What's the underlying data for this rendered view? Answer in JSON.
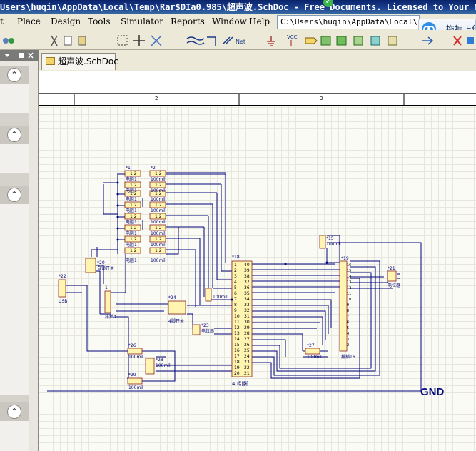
{
  "window": {
    "title": "Users\\huqin\\AppData\\Local\\Temp\\Rar$DIa0.985\\超声波.SchDoc - Free Documents. Licensed to Your Na"
  },
  "menu": {
    "items": [
      {
        "label": "t"
      },
      {
        "label": "Place"
      },
      {
        "label": "Design"
      },
      {
        "label": "Tools"
      },
      {
        "label": "Simulator"
      },
      {
        "label": "Reports"
      },
      {
        "label": "Window"
      },
      {
        "label": "Help"
      }
    ],
    "path_value": "C:\\Users\\huqin\\AppData\\Local\\Te",
    "upload_label": "拖拽上传"
  },
  "tabs": {
    "document_tab": "超声波.SchDoc"
  },
  "ruler": {
    "labels": [
      "2",
      "3"
    ]
  },
  "schematic": {
    "designators": [
      "*1",
      "*2",
      "*20",
      "*22",
      "1",
      "*24",
      "*23",
      "*18",
      "*15",
      "*19",
      "*21",
      "*26",
      "*28",
      "*27",
      "*29"
    ],
    "resistor_left_labels": [
      "电阻1",
      "电阻1",
      "电阻1",
      "电阻1",
      "电阻1",
      "电阻1",
      "电阻1",
      "电阻1"
    ],
    "resistor_right_labels": [
      "100mil",
      "100mil",
      "100mil",
      "100mil",
      "100mil",
      "100mil",
      "100mil",
      "100mil"
    ],
    "pin_text": "1 2",
    "switch_label": "自锁开关",
    "usb_label": "USB",
    "header4_label": "排插4",
    "switch4_label": "4脚开关",
    "pot_label": "电位器",
    "pot2_label": "电位器",
    "mil_label": "100mil",
    "chip_label": "40引脚",
    "chip_left_pins": [
      "1",
      "2",
      "3",
      "4",
      "5",
      "6",
      "7",
      "8",
      "9",
      "10",
      "11",
      "12",
      "13",
      "14",
      "15",
      "16",
      "17",
      "18",
      "19",
      "20"
    ],
    "chip_right_pins": [
      "40",
      "39",
      "38",
      "37",
      "36",
      "35",
      "34",
      "33",
      "32",
      "31",
      "30",
      "29",
      "28",
      "27",
      "26",
      "25",
      "24",
      "23",
      "22",
      "21"
    ],
    "header16_label": "排插16",
    "header16_pins": [
      "16",
      "15",
      "14",
      "13",
      "12",
      "11",
      "10",
      "9",
      "8",
      "7",
      "6",
      "5",
      "4",
      "3",
      "2",
      "1"
    ],
    "r26_label": "100mil",
    "r28_label": "100mil",
    "r27_label": "100mil",
    "r29_label": "100mil",
    "r15_label": "100mil",
    "gnd": "GND"
  }
}
